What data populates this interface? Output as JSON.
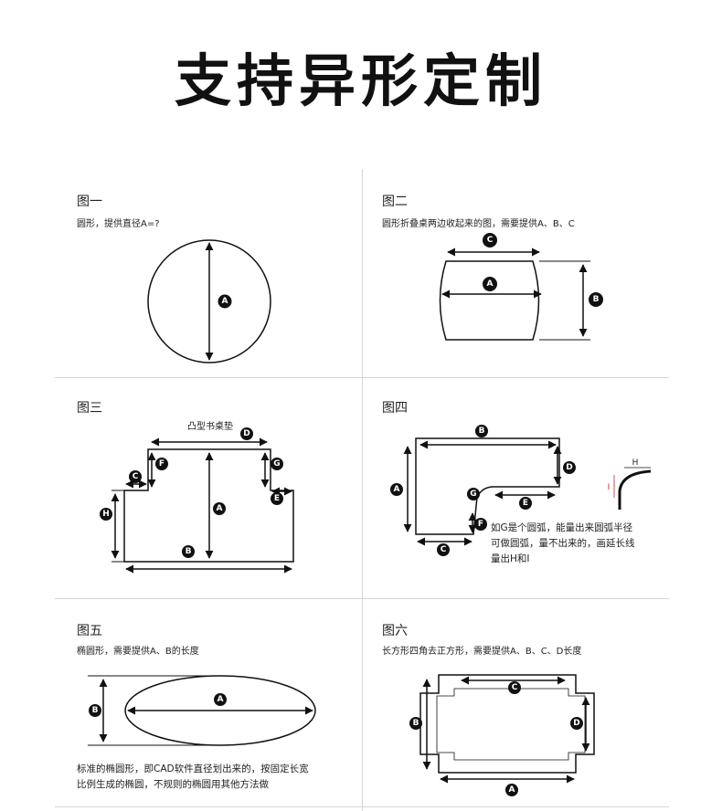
{
  "title": "支持异形定制",
  "panels": {
    "p1": {
      "label": "图一",
      "desc": "圆形，提供直径A=?",
      "marks": {
        "a": "A"
      }
    },
    "p2": {
      "label": "图二",
      "desc": "圆形折叠桌两边收起来的图，需要提供A、B、C",
      "marks": {
        "a": "A",
        "b": "B",
        "c": "C"
      }
    },
    "p3": {
      "label": "图三",
      "top_label": "凸型书桌垫",
      "marks": {
        "a": "A",
        "b": "B",
        "c": "C",
        "d": "D",
        "e": "E",
        "f": "F",
        "g": "G",
        "h": "H"
      }
    },
    "p4": {
      "label": "图四",
      "note_lines": [
        "如G是个圆弧，能量出来圆弧半径",
        "可做圆弧，量不出来的，画延长线",
        "量出H和I"
      ],
      "marks": {
        "a": "A",
        "b": "B",
        "c": "C",
        "d": "D",
        "e": "E",
        "f": "F",
        "g": "G",
        "h": "H",
        "i": "I"
      }
    },
    "p5": {
      "label": "图五",
      "desc": "椭圆形，需要提供A、B的长度",
      "note_lines": [
        "标准的椭圆形，即CAD软件直径划出来的，按固定长宽",
        "比例生成的椭圆，不规则的椭圆用其他方法做"
      ],
      "marks": {
        "a": "A",
        "b": "B"
      }
    },
    "p6": {
      "label": "图六",
      "desc": "长方形四角去正方形，需要提供A、B、C、D长度",
      "marks": {
        "a": "A",
        "b": "B",
        "c": "C",
        "d": "D"
      }
    }
  },
  "colors": {
    "ink": "#111111",
    "grid": "#d6d6d6"
  }
}
